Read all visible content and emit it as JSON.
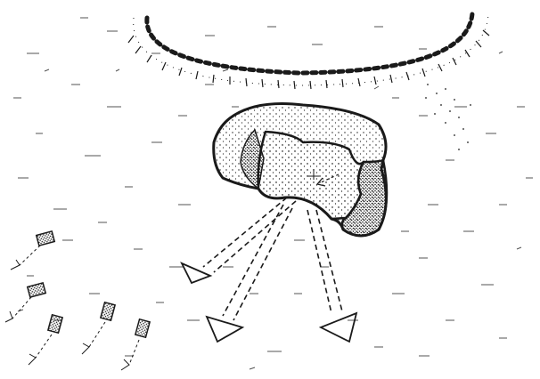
{
  "figure": {
    "style": "black-and-white ink sketch, stippled shading",
    "ink_color": "#1a1a1a",
    "paper_color": "#ffffff"
  },
  "ring": {
    "kind": "curved arc of dark dots with a hatched fringe"
  },
  "block": {
    "kind": "large irregular stippled block with a dense-dotted right lobe"
  },
  "large_arrows": {
    "count": 3,
    "style": "dashed outline, open heads"
  },
  "tiles": {
    "count": 5,
    "style": "small stippled rectangles, each with a dashed arrow"
  }
}
